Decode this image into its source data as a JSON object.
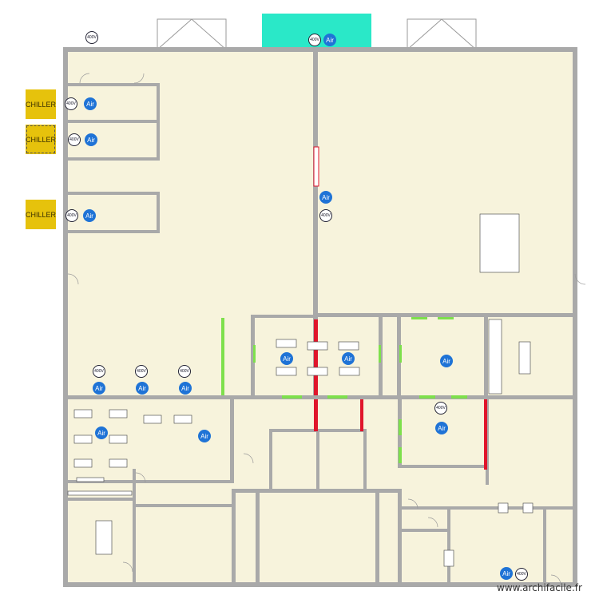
{
  "equipment": {
    "chiller_label": "CHILLER",
    "air_label": "Air",
    "voltage_label": "400V"
  },
  "watermark": "www.archifacile.fr",
  "colors": {
    "floor": "#f7f3dc",
    "wall": "#a9a9a9",
    "chiller": "#e6c20c",
    "air_unit": "#1f73d6",
    "canopy": "#2ae8c8",
    "green_partition": "#7ee04c",
    "red_partition": "#e0152b"
  }
}
